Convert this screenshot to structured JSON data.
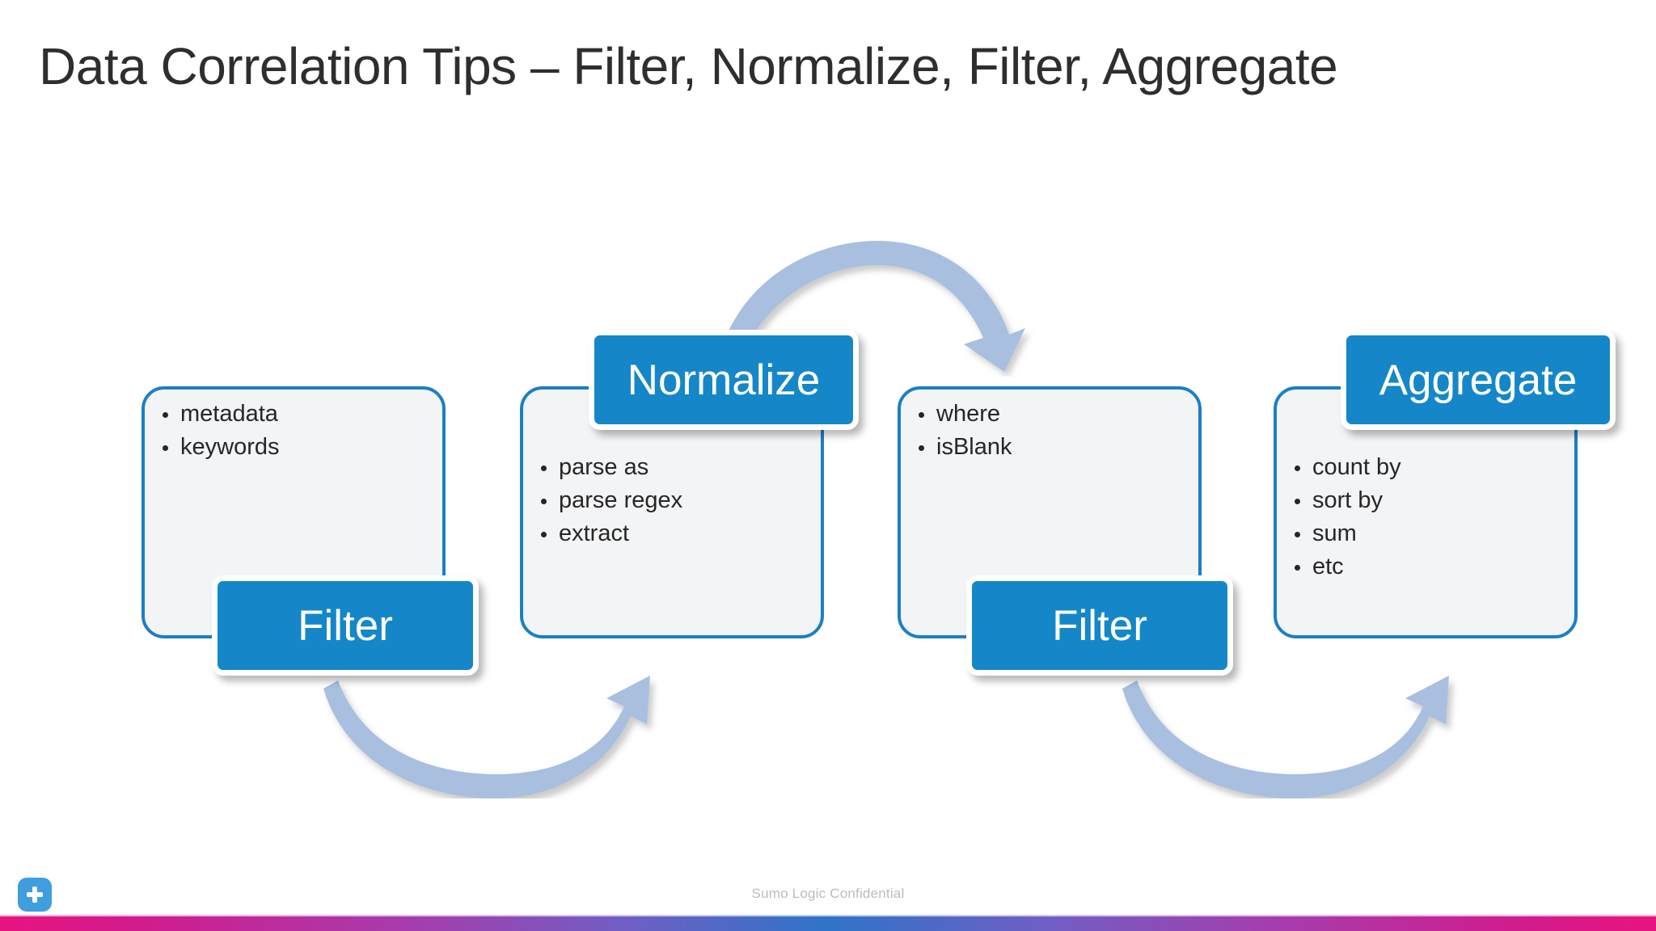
{
  "slide": {
    "title": "Data Correlation Tips – Filter, Normalize, Filter, Aggregate",
    "footer": "Sumo Logic Confidential",
    "colors": {
      "badge_blue": "#1587C8",
      "box_border_blue": "#1B7FC4",
      "box_fill": "#F3F4F6",
      "title_text": "#2E2E2E",
      "arrow_blue": "#A8BFDF",
      "plus_button": "#3F9EDE",
      "bar_magenta": "#E8147F",
      "bar_purple": "#6F5FC4",
      "bar_blue": "#2F74C8"
    }
  },
  "stages": [
    {
      "badge": "Filter",
      "badge_position": "bottom-right",
      "items": [
        "metadata",
        "keywords"
      ]
    },
    {
      "badge": "Normalize",
      "badge_position": "top-right",
      "items": [
        "parse as",
        "parse regex",
        "extract"
      ]
    },
    {
      "badge": "Filter",
      "badge_position": "bottom-right",
      "items": [
        "where",
        "isBlank"
      ]
    },
    {
      "badge": "Aggregate",
      "badge_position": "top-right",
      "items": [
        "count by",
        "sort by",
        "sum",
        "etc"
      ]
    }
  ],
  "arrows": [
    {
      "name": "arc-up-first",
      "direction": "right"
    },
    {
      "name": "arc-down-first",
      "direction": "right"
    },
    {
      "name": "arc-up-second",
      "direction": "right"
    },
    {
      "name": "arc-down-second",
      "direction": "right"
    }
  ],
  "controls": {
    "plus_icon": "plus-icon"
  }
}
